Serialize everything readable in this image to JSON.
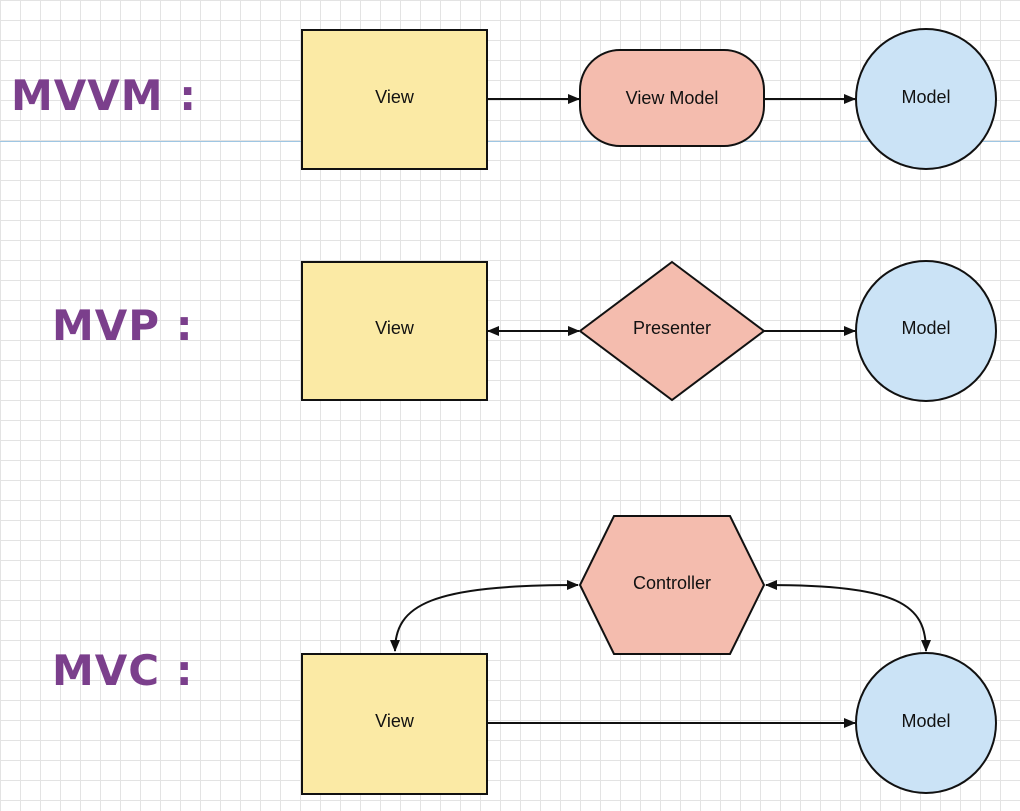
{
  "colors": {
    "heading": "#7b3f8c",
    "view_fill": "#fbeaa5",
    "middle_fill": "#f4bcae",
    "model_fill": "#cbe3f6",
    "stroke": "#111111",
    "grid": "#e3e3e3",
    "guide_line": "#9ec6e3"
  },
  "mvvm": {
    "heading": "MVVM :",
    "view": "View",
    "middle": "View Model",
    "model": "Model"
  },
  "mvp": {
    "heading": "MVP :",
    "view": "View",
    "middle": "Presenter",
    "model": "Model"
  },
  "mvc": {
    "heading": "MVC :",
    "view": "View",
    "middle": "Controller",
    "model": "Model"
  }
}
